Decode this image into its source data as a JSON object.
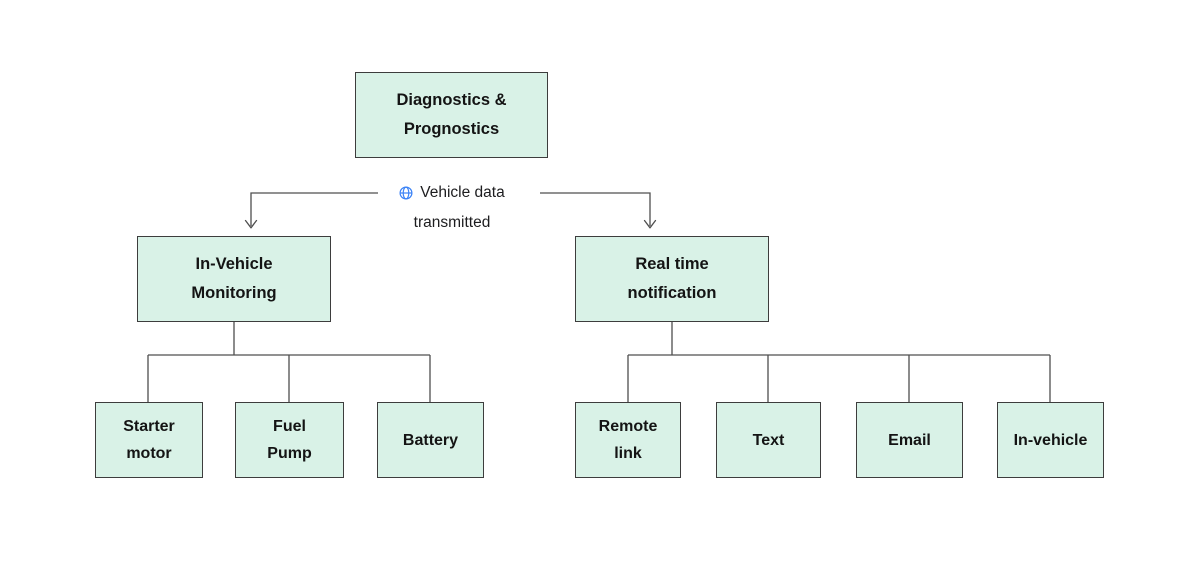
{
  "diagram": {
    "root": {
      "line1": "Diagnostics &",
      "line2": "Prognostics"
    },
    "edge_label": {
      "icon": "globe-icon",
      "line1": "Vehicle data",
      "line2": "transmitted"
    },
    "left_branch": {
      "node": {
        "line1": "In-Vehicle",
        "line2": "Monitoring"
      },
      "children": [
        {
          "line1": "Starter",
          "line2": "motor"
        },
        {
          "line1": "Fuel",
          "line2": "Pump"
        },
        {
          "line1": "Battery",
          "line2": ""
        }
      ]
    },
    "right_branch": {
      "node": {
        "line1": "Real time",
        "line2": "notification"
      },
      "children": [
        {
          "line1": "Remote",
          "line2": "link"
        },
        {
          "line1": "Text",
          "line2": ""
        },
        {
          "line1": "Email",
          "line2": ""
        },
        {
          "line1": "In-vehicle",
          "line2": ""
        }
      ]
    },
    "colors": {
      "page_bg": "#ffffff",
      "box_fill": "#d9f2e7",
      "box_border": "#3d3d3d",
      "line": "#4f4f4f",
      "text": "#141414",
      "icon_blue": "#3b82f6"
    }
  }
}
